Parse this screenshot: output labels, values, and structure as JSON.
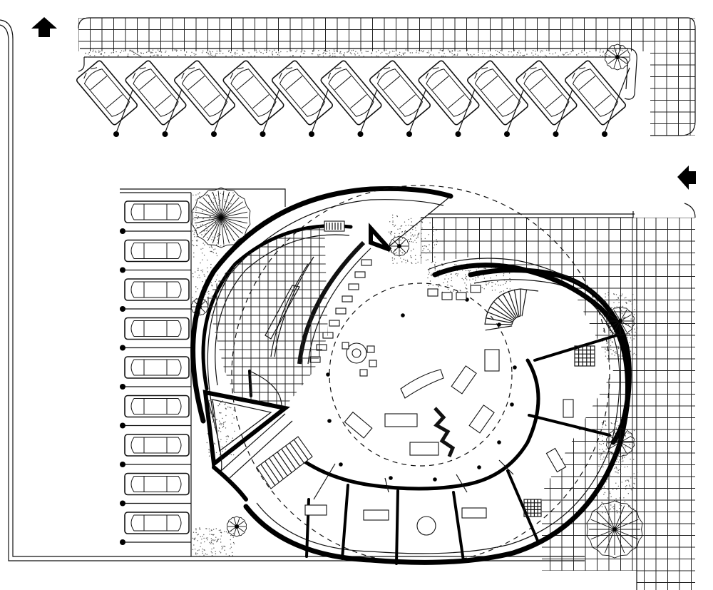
{
  "diagram": {
    "kind": "architectural-floor-plan",
    "arrows": [
      {
        "name": "north-entry-arrow",
        "direction": "up"
      },
      {
        "name": "east-entry-arrow",
        "direction": "left"
      }
    ],
    "parking": {
      "top_row_count": 11,
      "left_column_count": 9
    },
    "colors": {
      "ink": "#111111",
      "background": "#ffffff"
    }
  }
}
